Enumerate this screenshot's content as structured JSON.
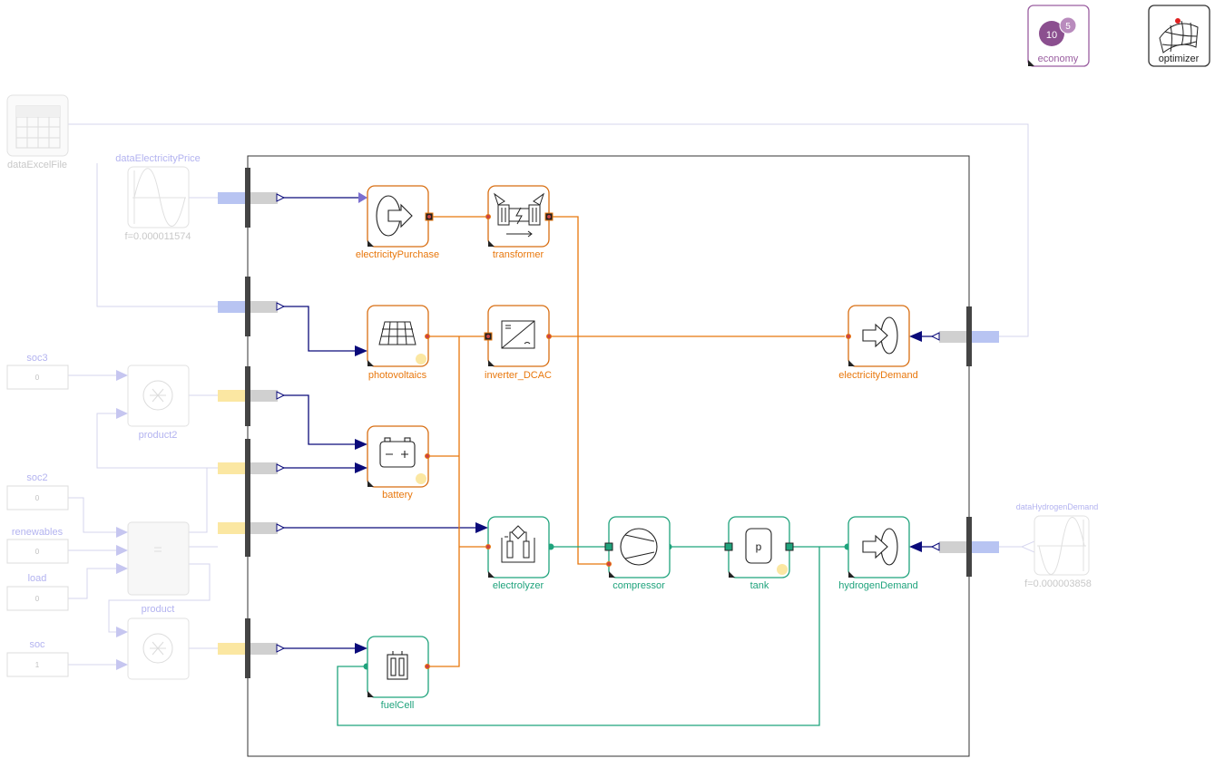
{
  "components": {
    "electricityPurchase": "electricityPurchase",
    "transformer": "transformer",
    "photovoltaics": "photovoltaics",
    "inverter": "inverter_DCAC",
    "electricityDemand": "electricityDemand",
    "battery": "battery",
    "electrolyzer": "electrolyzer",
    "compressor": "compressor",
    "tank": "tank",
    "hydrogenDemand": "hydrogenDemand",
    "fuelCell": "fuelCell"
  },
  "tank_symbol": "p",
  "icons": {
    "economy_label": "economy",
    "economy_num1": "10",
    "economy_num2": "5",
    "optimizer_label": "optimizer"
  },
  "inputs": {
    "dataExcelFile": "dataExcelFile",
    "dataElectricityPrice": "dataElectricityPrice",
    "price_freq": "f=0.000011574",
    "soc3_label": "soc3",
    "soc3_value": "0",
    "product2": "product2",
    "soc2_label": "soc2",
    "soc2_value": "0",
    "renewables_label": "renewables",
    "renewables_value": "0",
    "load_label": "load",
    "load_value": "0",
    "soc_label": "soc",
    "soc_value": "1",
    "product": "product",
    "dataHydrogenDemand": "dataHydrogenDemand",
    "hydrogen_freq": "f=0.000003858"
  }
}
